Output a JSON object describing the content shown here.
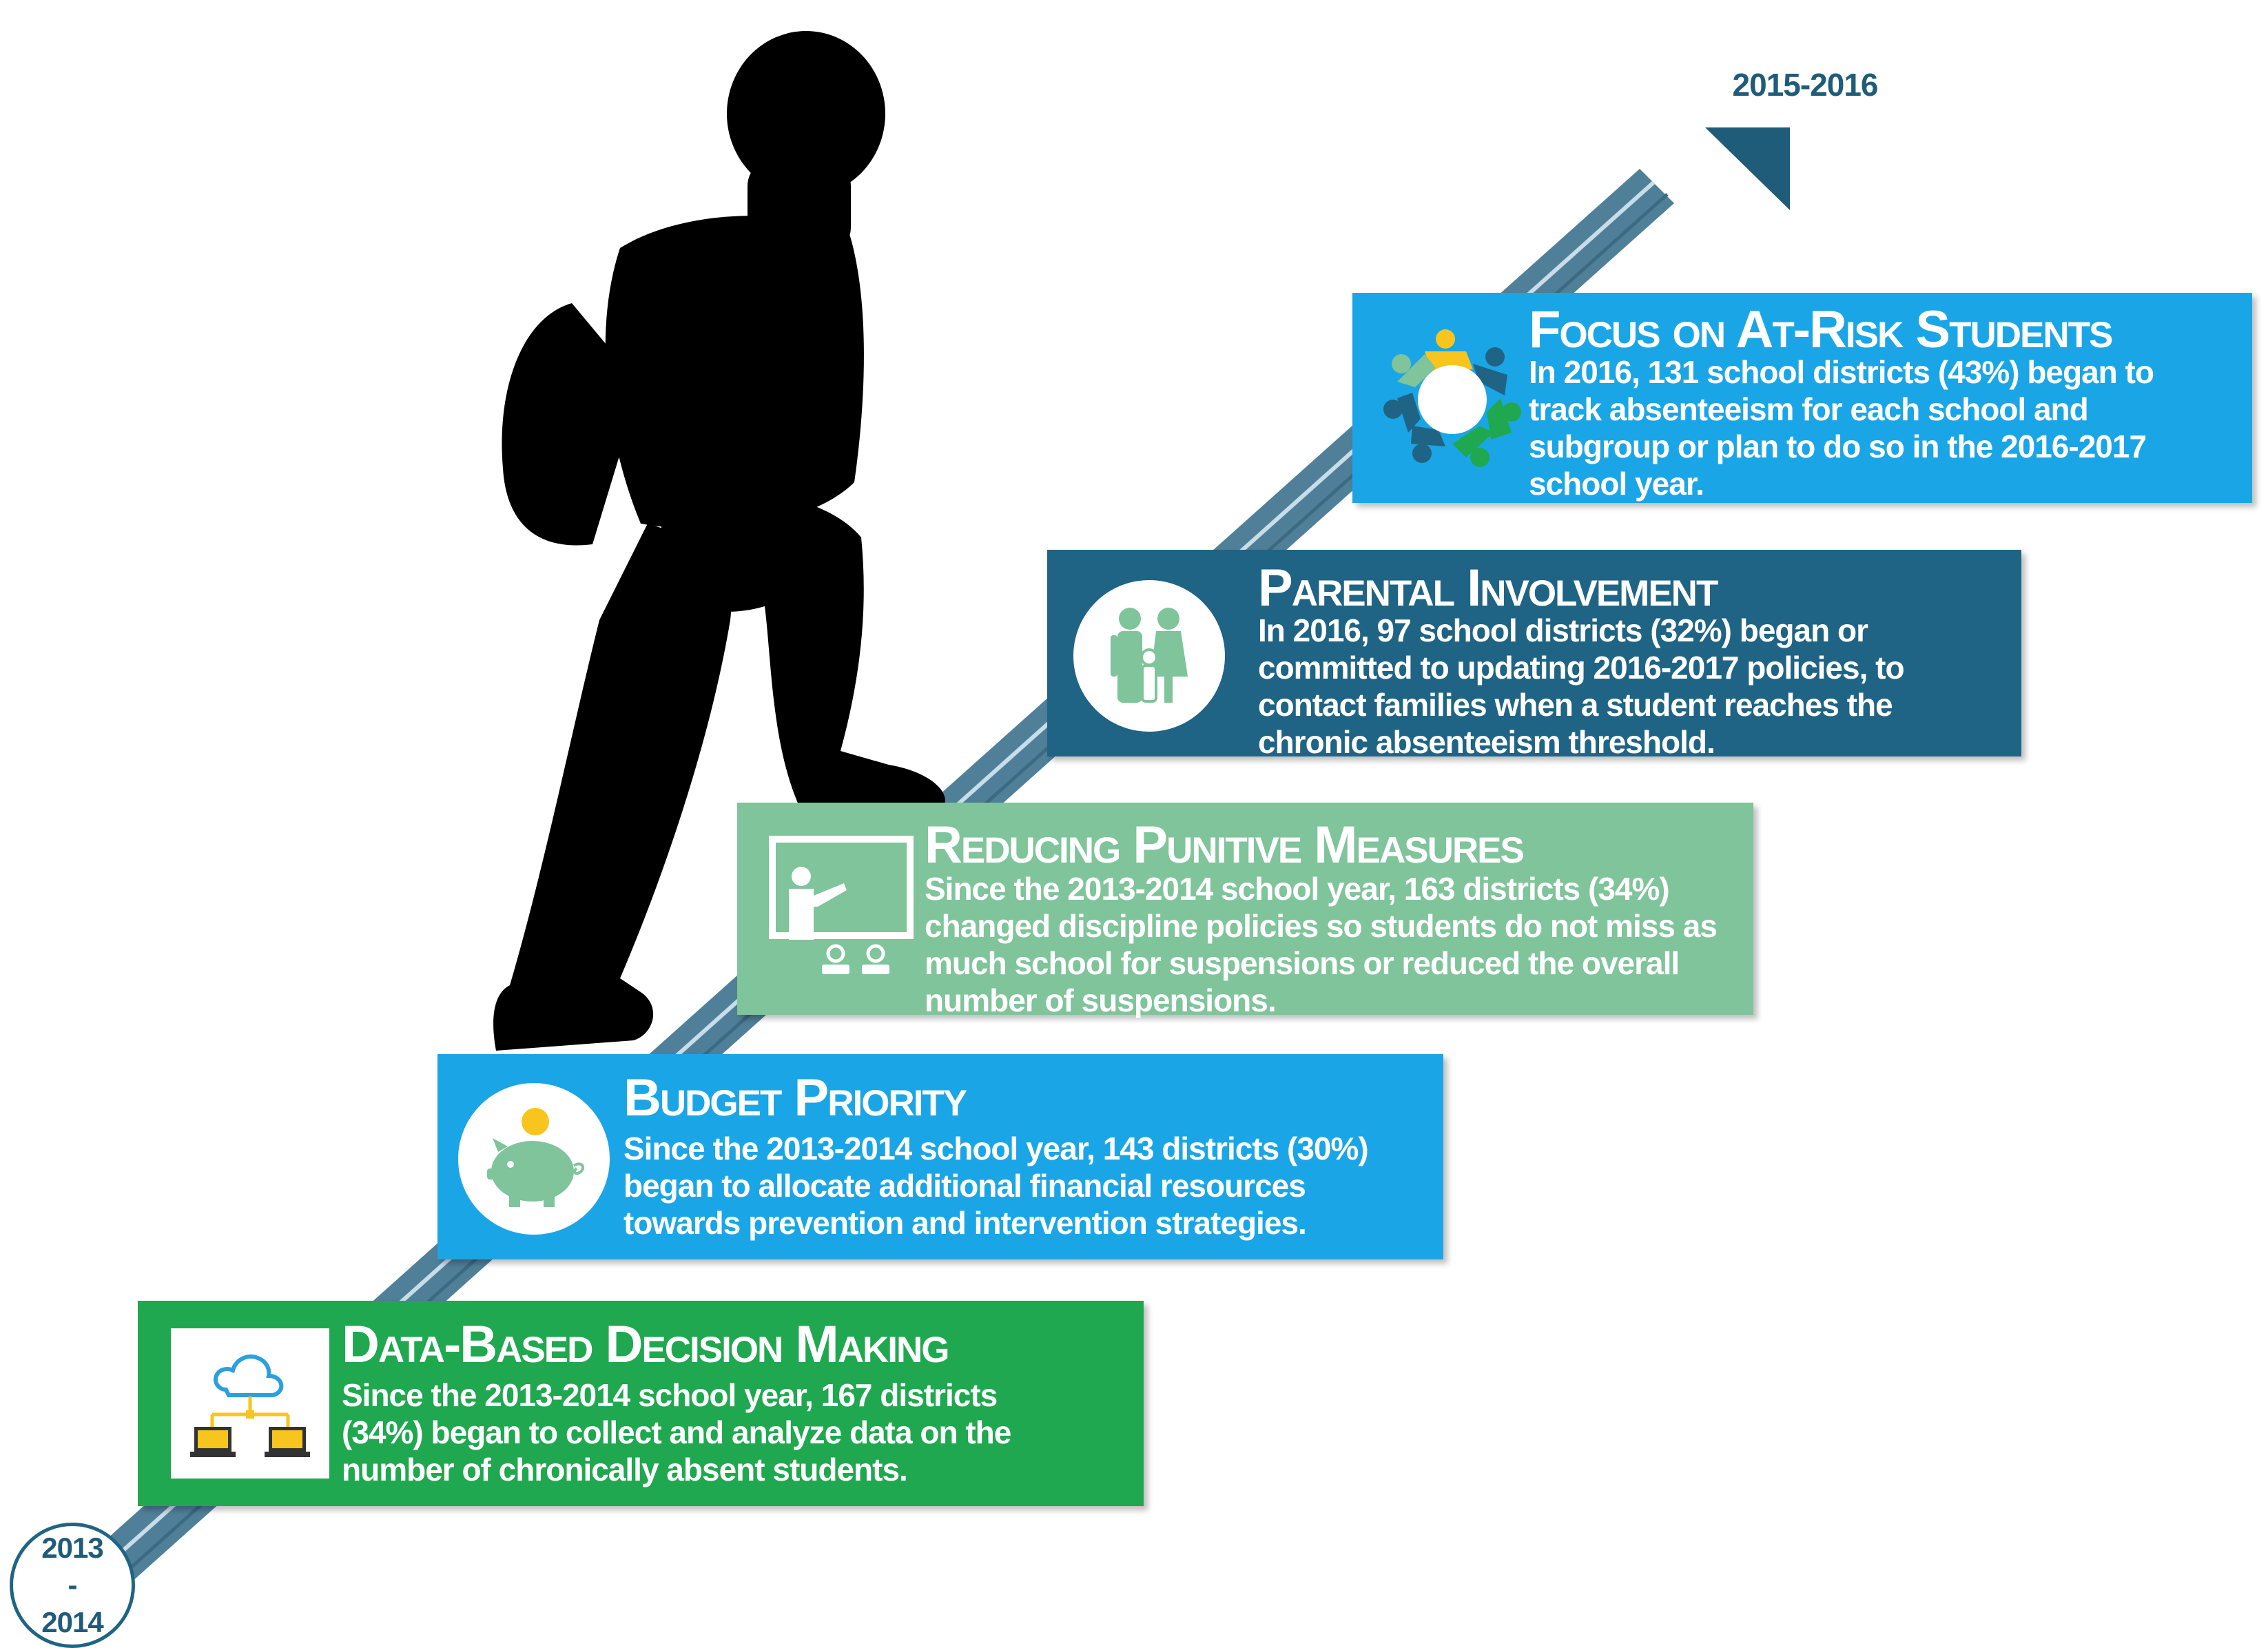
{
  "timeline": {
    "start_label": "2013 - 2014",
    "end_label": "2015-2016"
  },
  "steps": [
    {
      "title": "Data-Based Decision Making",
      "text": "Since the 2013-2014 school year, 167 districts (34%) began to collect and analyze data on the number of chronically absent students.",
      "color": "#1fa84f",
      "icon": "cloud-network-laptops-icon"
    },
    {
      "title": "Budget Priority",
      "text": "Since the 2013-2014 school year, 143 districts (30%) began to allocate additional financial resources towards prevention and intervention strategies.",
      "color": "#1aa6e6",
      "icon": "piggy-bank-icon"
    },
    {
      "title": "Reducing Punitive Measures",
      "text": "Since the 2013-2014 school year, 163 districts (34%) changed discipline policies so students do not miss as much school for suspensions or reduced the overall number of suspensions.",
      "color": "#7fc49a",
      "icon": "teacher-board-icon"
    },
    {
      "title": "Parental Involvement",
      "text": "In 2016, 97 school districts (32%) began or committed to updating 2016-2017 policies, to contact families when a student reaches the chronic absenteeism threshold.",
      "color": "#1f6484",
      "icon": "family-icon"
    },
    {
      "title": "Focus on At-Risk Students",
      "text": "In 2016, 131 school districts (43%) began to track absenteeism for each school and subgroup or plan to do so in the 2016-2017 school year.",
      "color": "#1aa6e6",
      "icon": "people-circle-icon"
    }
  ],
  "colors": {
    "arrow": "#5e8fa8",
    "arrow_head": "#1f5c7a",
    "silhouette": "#000000",
    "icon_green": "#7fc49a",
    "icon_yellow": "#f7c51e"
  }
}
